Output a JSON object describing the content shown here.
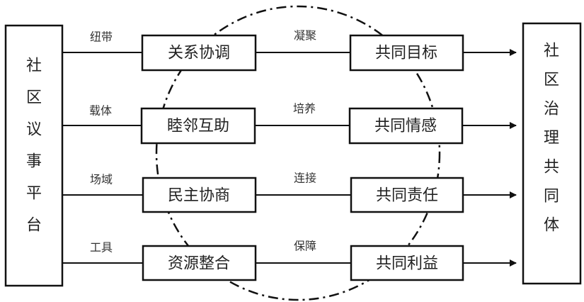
{
  "left_entity": {
    "label": "社区议事平台",
    "chars": [
      "社",
      "区",
      "议",
      "事",
      "平",
      "台"
    ]
  },
  "right_entity": {
    "label": "社区治理共同体",
    "chars": [
      "社",
      "区",
      "治",
      "理",
      "共",
      "同",
      "体"
    ]
  },
  "rows": [
    {
      "left_connector_label": "纽带",
      "mechanism": "关系协调",
      "middle_connector_label": "凝聚",
      "outcome": "共同目标"
    },
    {
      "left_connector_label": "载体",
      "mechanism": "睦邻互助",
      "middle_connector_label": "培养",
      "outcome": "共同情感"
    },
    {
      "left_connector_label": "场域",
      "mechanism": "民主协商",
      "middle_connector_label": "连接",
      "outcome": "共同责任"
    },
    {
      "left_connector_label": "工具",
      "mechanism": "资源整合",
      "middle_connector_label": "保障",
      "outcome": "共同利益"
    }
  ],
  "colors": {
    "stroke": "#111111",
    "text": "#222222",
    "background": "#ffffff"
  }
}
